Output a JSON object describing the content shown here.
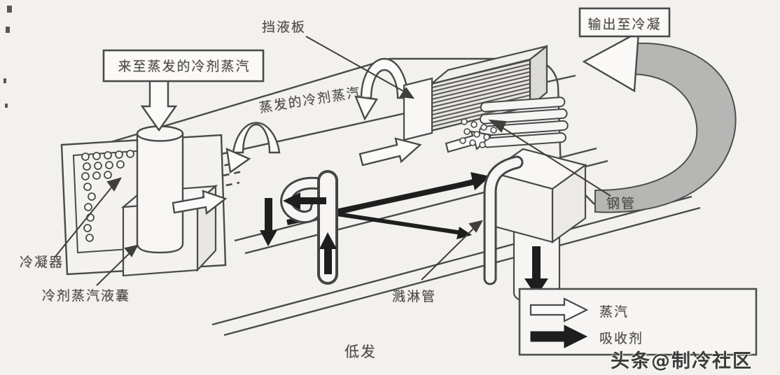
{
  "diagram": {
    "annotations": {
      "incoming_vapor": "来至蒸发的冷剂蒸汽",
      "baffle_plate": "挡液板",
      "outlet_to_condenser": "输出至冷凝",
      "evaporated_vapor": "蒸发的冷剂蒸汽",
      "condenser": "冷凝器",
      "vapor_liquid_bag": "冷剂蒸汽液囊",
      "steel_tube": "钢管",
      "spray_pipe": "溅淋管",
      "low_pressure_generator": "低发"
    },
    "legend": {
      "vapor_label": "蒸汽",
      "absorbent_label": "吸收剂"
    },
    "watermark": "头条@制冷社区",
    "colors": {
      "paper": "#f2f1ee",
      "line": "#4a4a4a",
      "gray_flow_arrow": "#b6b6b5",
      "absorbent_arrow": "#1e1e1e",
      "vapor_arrow_fill": "#fbfaf8"
    }
  }
}
